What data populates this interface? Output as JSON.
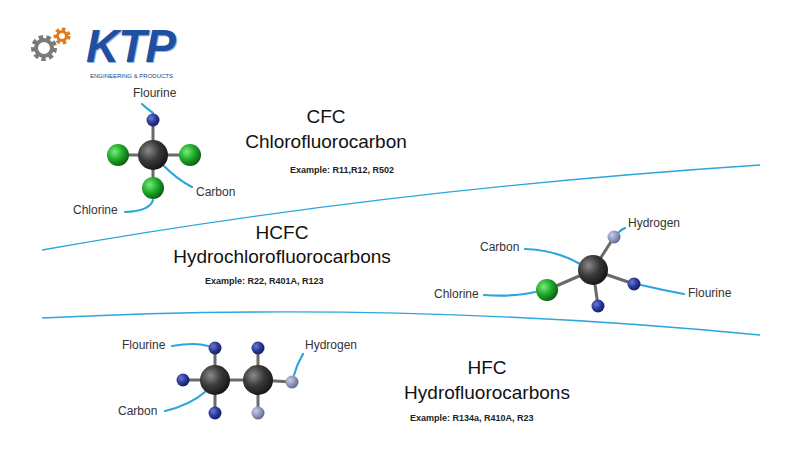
{
  "diagram": {
    "labels": [
      "KTP",
      "ENGINEERING & PRODUCTS",
      "CFC",
      "Chlorofluorocarbon",
      "Example: R11,R12, R502",
      "Flourine",
      "Carbon",
      "Chlorine",
      "HCFC",
      "Hydrochlorofluorocarbons",
      "Example: R22, R401A, R123",
      "Carbon",
      "Hydrogen",
      "Chlorine",
      "Flourine",
      "HFC",
      "Hydrofluorocarbons",
      "Example: R134a, R410A, R23",
      "Flourine",
      "Hydrogen",
      "Carbon"
    ]
  }
}
